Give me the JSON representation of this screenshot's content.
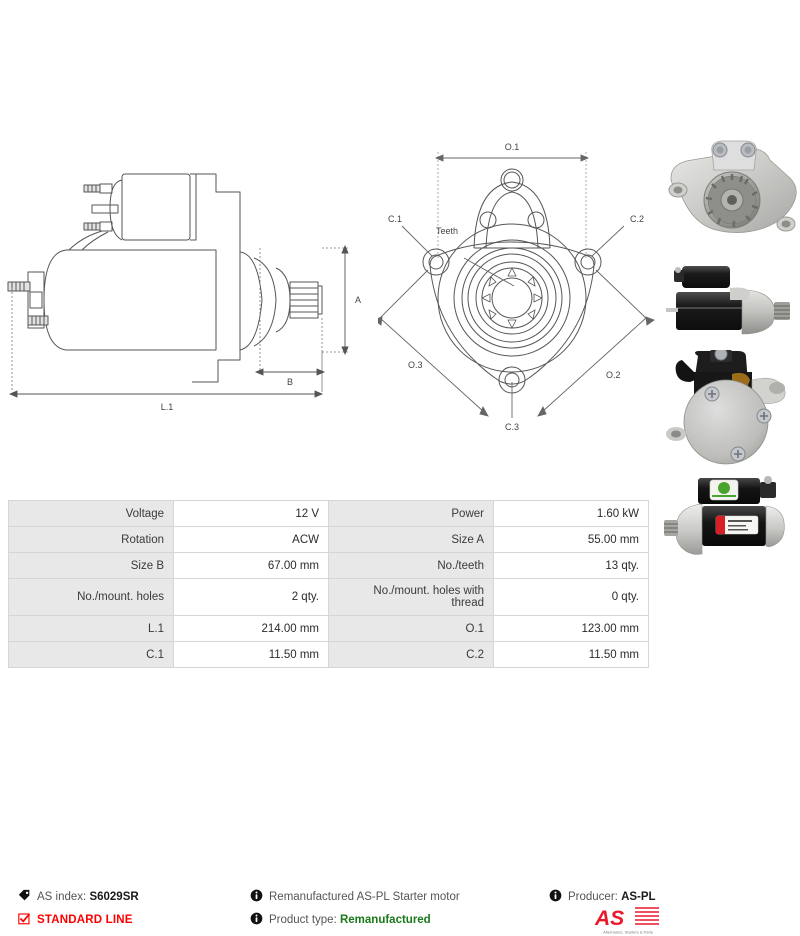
{
  "product": {
    "as_index_label": "AS index:",
    "as_index_value": "S6029SR",
    "standard_line": "STANDARD LINE",
    "description": "Remanufactured AS-PL Starter motor",
    "product_type_label": "Product type:",
    "product_type_value": "Remanufactured",
    "producer_label": "Producer:",
    "producer_value": "AS-PL"
  },
  "brand": {
    "mark": "AS",
    "tagline": "Alternators, Starters & Parts",
    "red": "#e8192c",
    "green": "#1a7a1a"
  },
  "drawing_left": {
    "dim_a": "A",
    "dim_b": "B",
    "dim_l1": "L.1"
  },
  "drawing_mid": {
    "dim_o1": "O.1",
    "dim_o2": "O.2",
    "dim_o3": "O.3",
    "dim_c1": "C.1",
    "dim_c2": "C.2",
    "dim_c3": "C.3",
    "teeth": "Teeth"
  },
  "spec_table": {
    "rows": [
      {
        "k1": "Voltage",
        "v1": "12 V",
        "k2": "Power",
        "v2": "1.60 kW"
      },
      {
        "k1": "Rotation",
        "v1": "ACW",
        "k2": "Size A",
        "v2": "55.00 mm"
      },
      {
        "k1": "Size B",
        "v1": "67.00 mm",
        "k2": "No./teeth",
        "v2": "13 qty."
      },
      {
        "k1": "No./mount. holes",
        "v1": "2 qty.",
        "k2": "No./mount. holes with thread",
        "v2": "0 qty."
      },
      {
        "k1": "L.1",
        "v1": "214.00 mm",
        "k2": "O.1",
        "v2": "123.00 mm"
      },
      {
        "k1": "C.1",
        "v1": "11.50 mm",
        "k2": "C.2",
        "v2": "11.50 mm"
      }
    ]
  }
}
